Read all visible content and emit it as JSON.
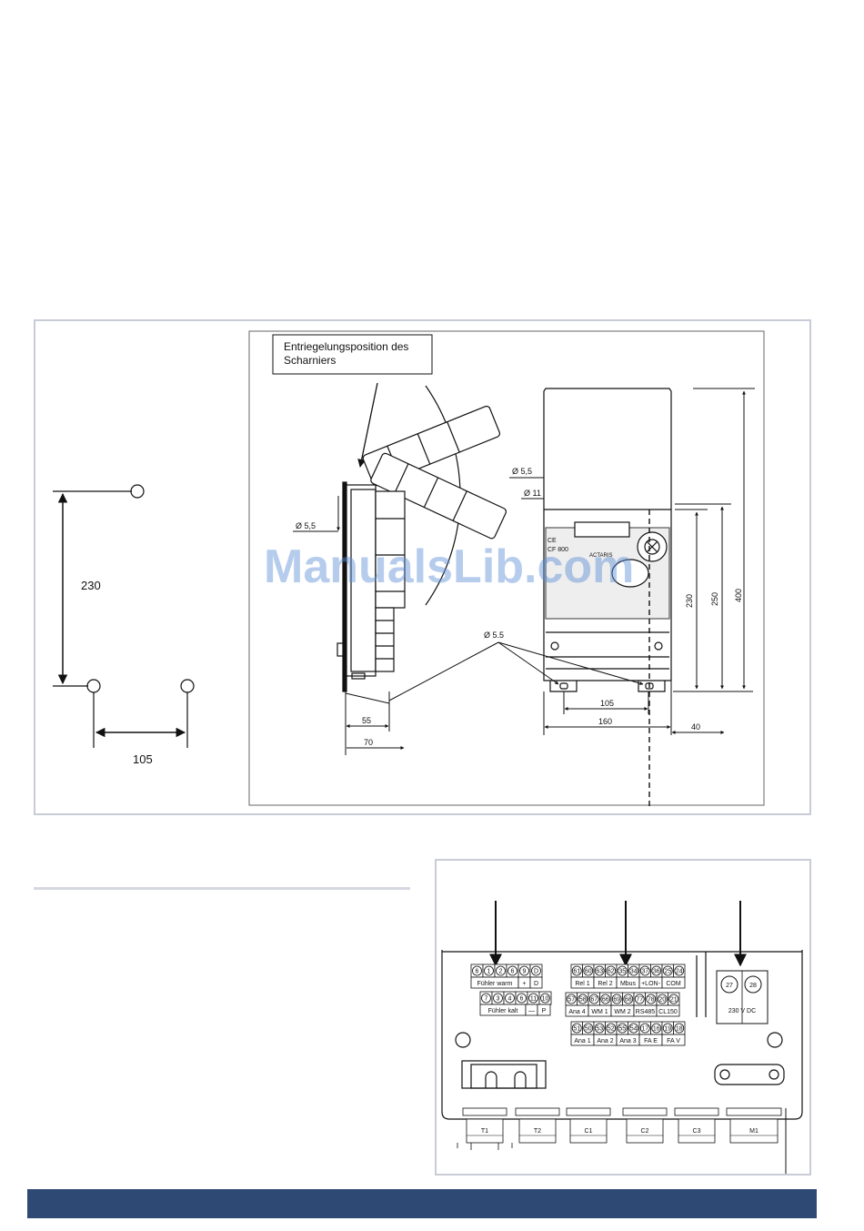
{
  "figure1": {
    "hinge_label_line1": "Entriegelungsposition des",
    "hinge_label_line2": "Scharniers",
    "left_vertical_dim": "230",
    "left_horizontal_dim": "105",
    "side_hole_dim": "Ø 5,5",
    "side_depth_55": "55",
    "side_depth_70": "70",
    "front_hole_small": "Ø 5,5",
    "front_hole_large": "Ø 11",
    "front_bottom_holes": "Ø 5.5",
    "front_dim_105": "105",
    "front_dim_160": "160",
    "front_dim_40": "40",
    "front_dim_230": "230",
    "front_dim_250": "250",
    "front_dim_400": "400",
    "device_mark_ce": "CE",
    "device_model": "CF 800",
    "device_brand": "ACTARIS",
    "watermark": "ManualsLib.com"
  },
  "figure2": {
    "terminals_row1_left": [
      "6",
      "1",
      "2",
      "6",
      "9",
      "D"
    ],
    "terminals_row2_left": [
      "7",
      "3",
      "4",
      "6",
      "11",
      "10"
    ],
    "label_fuehler_warm": "Fühler warm",
    "label_plus": "+",
    "label_d": "D",
    "label_fuehler_kalt": "Fühler kalt",
    "label_minus": "—",
    "label_p": "P",
    "terminals_row1_mid": [
      "61",
      "60",
      "63",
      "62",
      "35",
      "34",
      "37",
      "36",
      "25",
      "24"
    ],
    "terminals_row2_mid": [
      "57",
      "58",
      "67",
      "66",
      "69",
      "68",
      "77",
      "78",
      "20",
      "21"
    ],
    "terminals_row3_mid": [
      "51",
      "50",
      "53",
      "52",
      "55",
      "54",
      "17",
      "16",
      "19",
      "18"
    ],
    "row1_mid_labels": [
      "Rel 1",
      "Rel 2",
      "Mbus",
      "+LON-",
      "COM"
    ],
    "row2_mid_labels": [
      "Ana 4",
      "WM 1",
      "WM 2",
      "RS485",
      "CL150"
    ],
    "row3_mid_labels": [
      "Ana 1",
      "Ana 2",
      "Ana 3",
      "FA E",
      "FA V"
    ],
    "power_terminals": [
      "27",
      "28"
    ],
    "power_label": "230 V DC",
    "glands": [
      "T1",
      "T2",
      "C1",
      "C2",
      "C3",
      "M1"
    ]
  }
}
